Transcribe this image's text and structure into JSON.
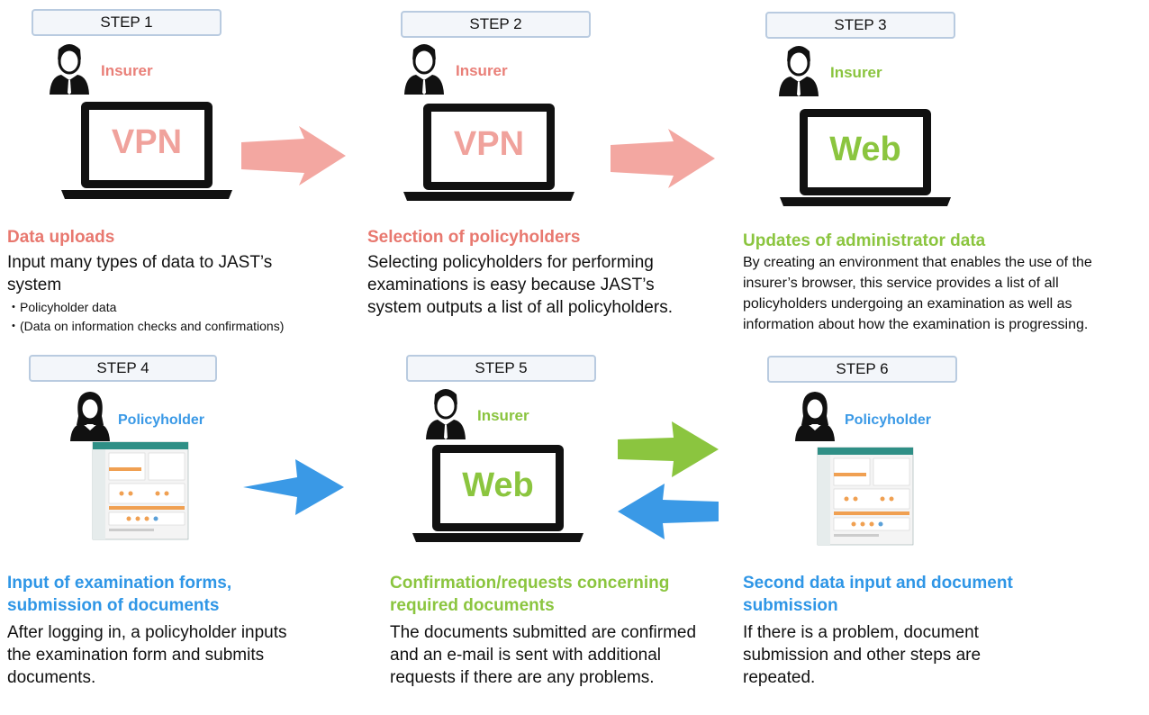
{
  "steps": [
    {
      "label": "STEP 1",
      "role": "Insurer",
      "screen": "VPN",
      "heading": "Data uploads",
      "description": "Input many types of data to JAST’s system",
      "bullets": [
        "・Policyholder data",
        "・(Data on information checks and confirmations)"
      ]
    },
    {
      "label": "STEP 2",
      "role": "Insurer",
      "screen": "VPN",
      "heading": "Selection of policyholders",
      "description": "Selecting policyholders for performing examinations is easy because JAST’s system outputs a list of all policyholders."
    },
    {
      "label": "STEP 3",
      "role": "Insurer",
      "screen": "Web",
      "heading": "Updates of administrator data",
      "description": "By creating an environment that enables the use of the insurer’s browser, this service provides a list of all policyholders undergoing an examination as well as information about how the examination is progressing."
    },
    {
      "label": "STEP 4",
      "role": "Policyholder",
      "heading": "Input of examination forms, submission of documents",
      "description": "After logging in, a policyholder inputs the examination form and submits documents."
    },
    {
      "label": "STEP 5",
      "role": "Insurer",
      "screen": "Web",
      "heading": "Confirmation/requests concerning required documents",
      "description": "The documents submitted are confirmed and an e-mail is sent with additional requests if there are any problems."
    },
    {
      "label": "STEP 6",
      "role": "Policyholder",
      "heading": "Second data input and document submission",
      "description": "If there is a problem, document submission and other steps are repeated."
    }
  ],
  "colors": {
    "vpn_red": "#f0a29c",
    "web_green": "#8bc53f",
    "policyholder_blue": "#3a99e6",
    "arrow_red": "#f3a7a1",
    "arrow_blue": "#3a99e6",
    "arrow_green": "#8bc53f",
    "tab_border": "#b9cbe0"
  },
  "icons": [
    "man-in-suit-icon",
    "woman-icon",
    "laptop-icon",
    "screenshot-thumbnail-icon",
    "right-arrow-icon",
    "left-arrow-icon"
  ]
}
